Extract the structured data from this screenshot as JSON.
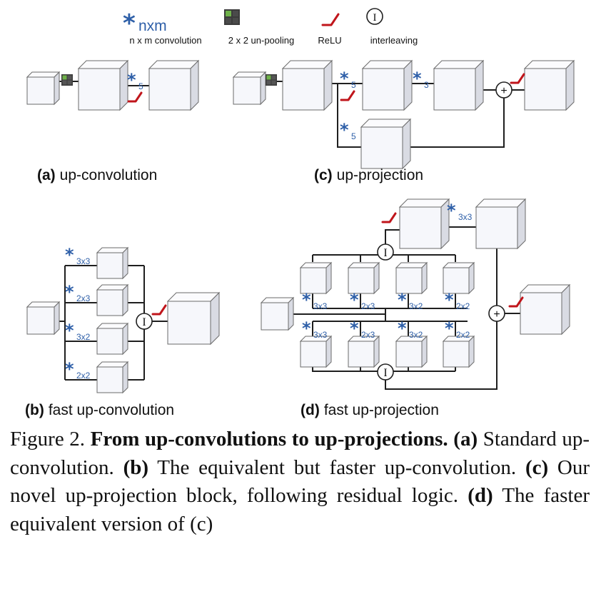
{
  "legend": {
    "conv_label": "nxm",
    "conv_desc": "n x m convolution",
    "unpool_desc": "2 x 2 un-pooling",
    "relu_desc": "ReLU",
    "interleave_symbol": "I",
    "interleave_desc": "interleaving"
  },
  "panels": {
    "a": {
      "letter": "(a)",
      "title": "up-convolution"
    },
    "b": {
      "letter": "(b)",
      "title": "fast up-convolution"
    },
    "c": {
      "letter": "(c)",
      "title": "up-projection"
    },
    "d": {
      "letter": "(d)",
      "title": "fast up-projection"
    }
  },
  "symbols": {
    "add": "+",
    "interleave": "I",
    "conv_star": "*"
  },
  "kernels": {
    "k5": "5",
    "k3": "3",
    "k3x3": "3x3",
    "k2x3": "2x3",
    "k3x2": "3x2",
    "k2x2": "2x2"
  },
  "caption": {
    "figure": "Figure 2.",
    "title": "From up-convolutions to up-projections.",
    "a_tag": "(a)",
    "a_text": "Standard up-convolution.",
    "b_tag": "(b)",
    "b_text": "The equivalent but faster up-convolution.",
    "c_tag": "(c)",
    "c_text": "Our novel up-projection block, following residual logic.",
    "d_tag": "(d)",
    "d_text": "The faster equivalent version of (c)"
  },
  "colors": {
    "conv": "#2e5fa8",
    "relu": "#c0151b",
    "unpool": "#5b9b3a"
  }
}
